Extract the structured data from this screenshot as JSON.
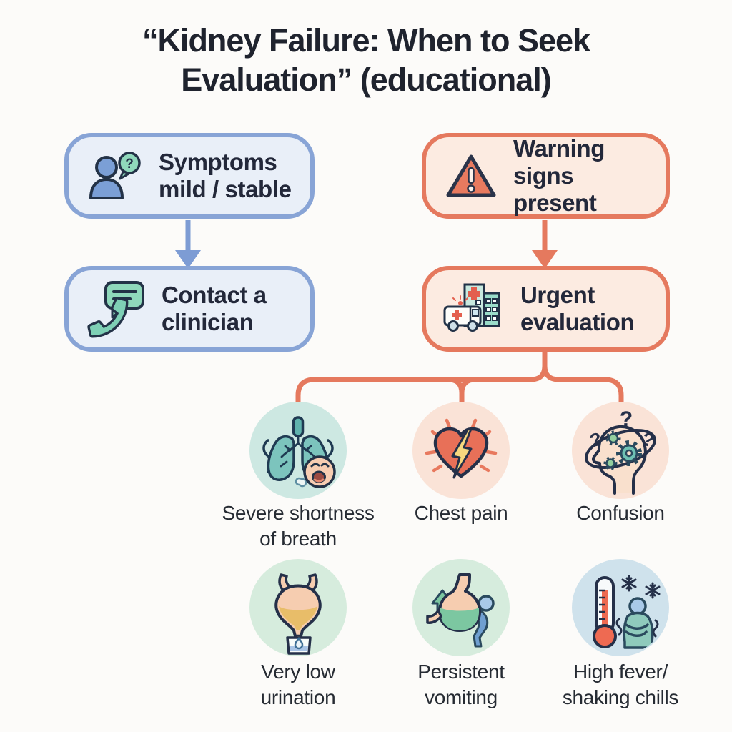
{
  "title": "“Kidney Failure: When to Seek\nEvaluation” (educational)",
  "flow": {
    "mild_symptoms_box": {
      "label": "Symptoms\nmild / stable",
      "icon": "person-question-icon"
    },
    "warning_signs_box": {
      "label": "Warning signs\npresent",
      "icon": "warning-triangle-icon"
    },
    "contact_clinician_box": {
      "label": "Contact a\nclinician",
      "icon": "phone-message-icon"
    },
    "urgent_evaluation_box": {
      "label": "Urgent\nevaluation",
      "icon": "hospital-ambulance-icon"
    }
  },
  "warning_sign_items": [
    {
      "label": "Severe shortness\nof breath",
      "icon": "lungs-distress-icon"
    },
    {
      "label": "Chest pain",
      "icon": "heart-lightning-icon"
    },
    {
      "label": "Confusion",
      "icon": "confused-head-gears-icon"
    },
    {
      "label": "Very low\nurination",
      "icon": "bladder-beaker-icon"
    },
    {
      "label": "Persistent\nvomiting",
      "icon": "stomach-vomit-icon"
    },
    {
      "label": "High fever/\nshaking chills",
      "icon": "thermometer-chills-icon"
    }
  ],
  "colors": {
    "mild_accent": "#88a4d6",
    "mild_bg": "#e9eff8",
    "urgent_accent": "#e5795e",
    "urgent_bg": "#fcebe1",
    "text": "#23283a"
  }
}
